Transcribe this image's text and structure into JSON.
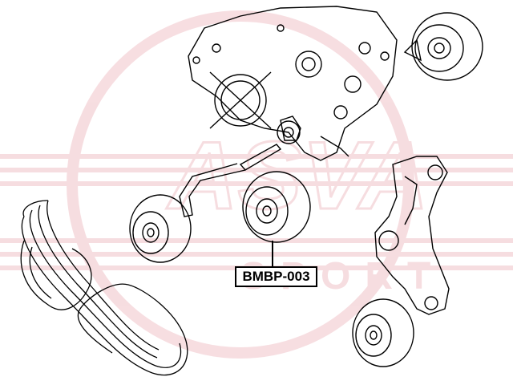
{
  "diagram": {
    "part_number": "BMBP-003",
    "watermark": {
      "text": "ASVA",
      "subtext": "SPORT",
      "color": "#e8a0a8"
    },
    "line_color": "#000000",
    "components": [
      "engine-block",
      "belt-tensioner",
      "tensioner-arm-pulley",
      "idler-pulley",
      "bracket",
      "lower-idler-pulley",
      "serpentine-belt"
    ]
  }
}
